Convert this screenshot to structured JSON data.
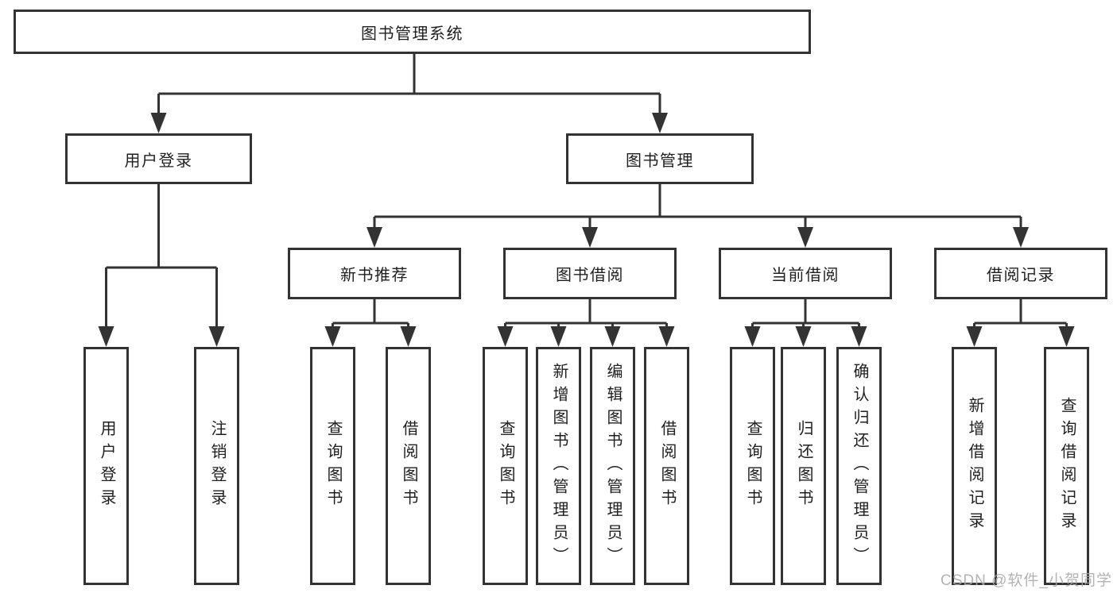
{
  "diagram": {
    "type": "tree",
    "root": {
      "id": "library-management-system",
      "label": "图书管理系统"
    },
    "level2": [
      {
        "id": "user-login",
        "parent": "library-management-system",
        "label": "用户登录"
      },
      {
        "id": "book-management",
        "parent": "library-management-system",
        "label": "图书管理"
      }
    ],
    "level3": [
      {
        "id": "new-book-recommendation",
        "parent": "book-management",
        "label": "新书推荐"
      },
      {
        "id": "book-borrowing",
        "parent": "book-management",
        "label": "图书借阅"
      },
      {
        "id": "current-borrowing",
        "parent": "book-management",
        "label": "当前借阅"
      },
      {
        "id": "borrowing-records",
        "parent": "book-management",
        "label": "借阅记录"
      }
    ],
    "leaves": [
      {
        "id": "leaf-user-login",
        "parent": "user-login",
        "label": "用户登录"
      },
      {
        "id": "leaf-logout",
        "parent": "user-login",
        "label": "注销登录"
      },
      {
        "id": "leaf-query-books-1",
        "parent": "new-book-recommendation",
        "label": "查询图书"
      },
      {
        "id": "leaf-borrow-books-1",
        "parent": "new-book-recommendation",
        "label": "借阅图书"
      },
      {
        "id": "leaf-query-books-2",
        "parent": "book-borrowing",
        "label": "查询图书"
      },
      {
        "id": "leaf-add-book-admin",
        "parent": "book-borrowing",
        "label": "新增图书（管理员）"
      },
      {
        "id": "leaf-edit-book-admin",
        "parent": "book-borrowing",
        "label": "编辑图书（管理员）"
      },
      {
        "id": "leaf-borrow-books-2",
        "parent": "book-borrowing",
        "label": "借阅图书"
      },
      {
        "id": "leaf-query-books-3",
        "parent": "current-borrowing",
        "label": "查询图书"
      },
      {
        "id": "leaf-return-book",
        "parent": "current-borrowing",
        "label": "归还图书"
      },
      {
        "id": "leaf-confirm-return-admin",
        "parent": "current-borrowing",
        "label": "确认归还（管理员）"
      },
      {
        "id": "leaf-add-borrow-record",
        "parent": "borrowing-records",
        "label": "新增借阅记录"
      },
      {
        "id": "leaf-query-borrow-record",
        "parent": "borrowing-records",
        "label": "查询借阅记录"
      }
    ],
    "colors": {
      "line": "#333333",
      "box_border": "#333333",
      "box_fill": "#ffffff",
      "text": "#1f1f1f",
      "background": "#ffffff",
      "watermark": "#a8a8a8"
    }
  },
  "watermark": {
    "text": "CSDN @软件_小贺同学"
  }
}
